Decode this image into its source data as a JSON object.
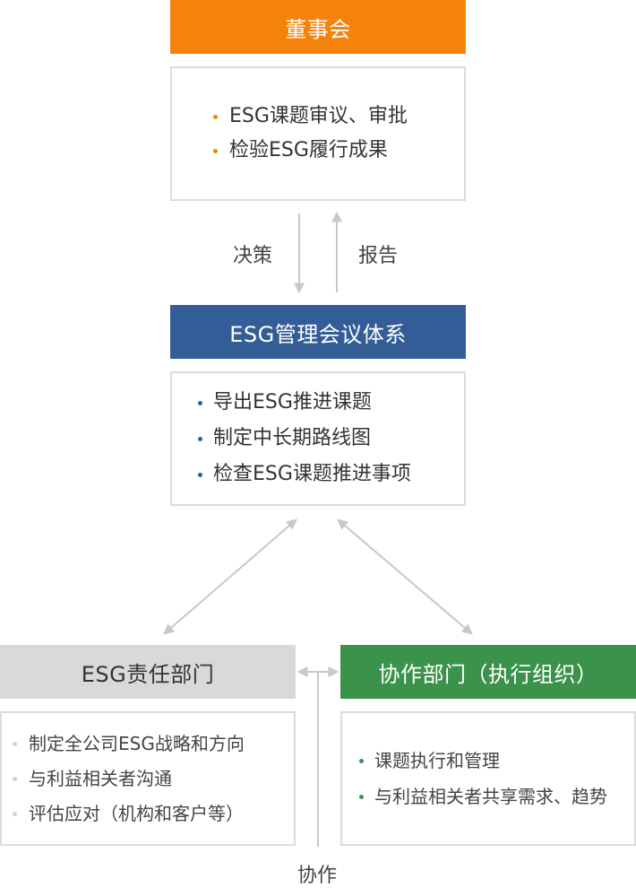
{
  "board": {
    "title": "董事会",
    "items": [
      "ESG课题审议、审批",
      "检验ESG履行成果"
    ]
  },
  "mid_labels": {
    "decision": "决策",
    "report": "报告"
  },
  "meeting": {
    "title": "ESG管理会议体系",
    "items": [
      "导出ESG推进课题",
      "制定中长期路线图",
      "检查ESG课题推进事项"
    ]
  },
  "responsible": {
    "title": "ESG责任部门",
    "items": [
      "制定全公司ESG战略和方向",
      "与利益相关者沟通",
      "评估应对（机构和客户等）"
    ]
  },
  "cooperation": {
    "title": "协作部门（执行组织）",
    "items": [
      "课题执行和管理",
      "与利益相关者共享需求、趋势"
    ]
  },
  "bottom_label": "协作",
  "colors": {
    "board": "#f5820b",
    "meeting": "#335d96",
    "responsible": "#d9d9d9",
    "cooperation": "#3a924b",
    "arrow": "#c8c8c8"
  }
}
